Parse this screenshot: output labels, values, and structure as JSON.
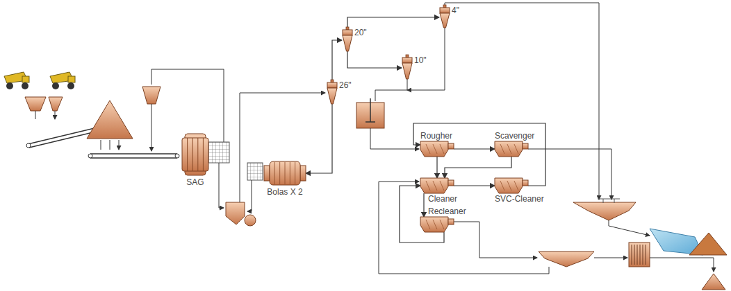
{
  "diagram": {
    "nodes": [
      {
        "text": [
          "26\""
        ]
      },
      {
        "text": [
          "20\""
        ]
      },
      {
        "text": [
          "10\""
        ]
      },
      {
        "text": [
          "4\""
        ]
      },
      {
        "text": [
          "SAG"
        ]
      },
      {
        "text": [
          "Bolas X 2"
        ]
      },
      {
        "text": [
          "Rougher"
        ]
      },
      {
        "text": [
          "Scavenger"
        ]
      },
      {
        "text": [
          "Cleaner"
        ]
      },
      {
        "text": [
          "SVC-Cleaner"
        ]
      },
      {
        "text": [
          "Recleaner"
        ]
      }
    ],
    "edges": [
      {
        "from": 0,
        "to": 5,
        "arrow": "to"
      },
      {
        "from": 0,
        "to": 1,
        "arrow": "to"
      },
      {
        "from": 1,
        "to": 3,
        "arrow": "to"
      },
      {
        "from": 1,
        "to": 2,
        "arrow": "to"
      },
      {
        "from": 6,
        "to": 7,
        "arrow": "to"
      },
      {
        "from": 6,
        "to": 8,
        "arrow": "to"
      },
      {
        "from": 7,
        "to": 8,
        "arrow": "to"
      },
      {
        "from": 8,
        "to": 9,
        "arrow": "to"
      },
      {
        "from": 9,
        "to": 6,
        "arrow": "to"
      },
      {
        "from": 8,
        "to": 10,
        "arrow": "to"
      },
      {
        "from": 10,
        "to": 8,
        "arrow": "to"
      }
    ]
  }
}
